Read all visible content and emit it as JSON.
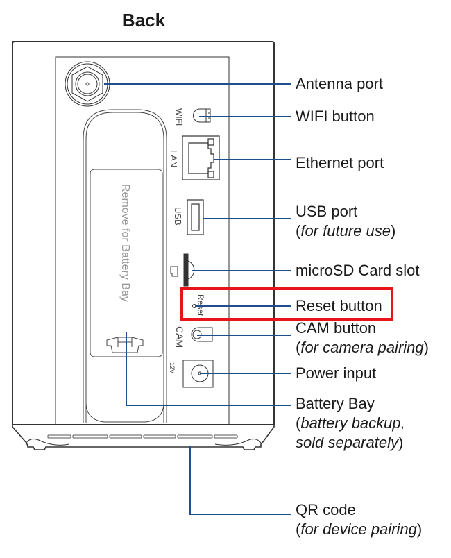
{
  "title": "Back",
  "battery_door_text": "Remove   for Battery Bay",
  "port_labels": {
    "wifi": "WIFI",
    "lan": "LAN",
    "usb": "USB",
    "reset": "Reset",
    "cam": "CAM",
    "power": "12V"
  },
  "callouts": [
    {
      "id": "antenna",
      "label": "Antenna port",
      "sub_pre": "",
      "sub_italic": "",
      "sub_post": "",
      "sub2_italic": "",
      "sub2_post": ""
    },
    {
      "id": "wifi",
      "label": "WIFI button",
      "sub_pre": "",
      "sub_italic": "",
      "sub_post": ""
    },
    {
      "id": "ethernet",
      "label": "Ethernet port",
      "sub_pre": "",
      "sub_italic": "",
      "sub_post": ""
    },
    {
      "id": "usb",
      "label": "USB port",
      "sub_pre": "(",
      "sub_italic": "for future use",
      "sub_post": ")"
    },
    {
      "id": "microsd",
      "label": "microSD Card slot",
      "sub_pre": "",
      "sub_italic": "",
      "sub_post": ""
    },
    {
      "id": "reset",
      "label": "Reset button",
      "sub_pre": "",
      "sub_italic": "",
      "sub_post": "",
      "highlighted": true
    },
    {
      "id": "cam",
      "label": "CAM button",
      "sub_pre": "(",
      "sub_italic": "for camera pairing",
      "sub_post": ")"
    },
    {
      "id": "power",
      "label": "Power input",
      "sub_pre": "",
      "sub_italic": "",
      "sub_post": ""
    },
    {
      "id": "battery",
      "label": "Battery Bay",
      "sub_pre": "(",
      "sub_italic": "battery backup,",
      "sub_post": "",
      "sub2_italic": "sold separately",
      "sub2_post": ")"
    },
    {
      "id": "qr",
      "label": "QR code",
      "sub_pre": "(",
      "sub_italic": "for device pairing",
      "sub_post": ")"
    }
  ],
  "colors": {
    "leader_line": "#1f4e8c",
    "highlight_box": "#e8141b",
    "outline": "#333333"
  }
}
